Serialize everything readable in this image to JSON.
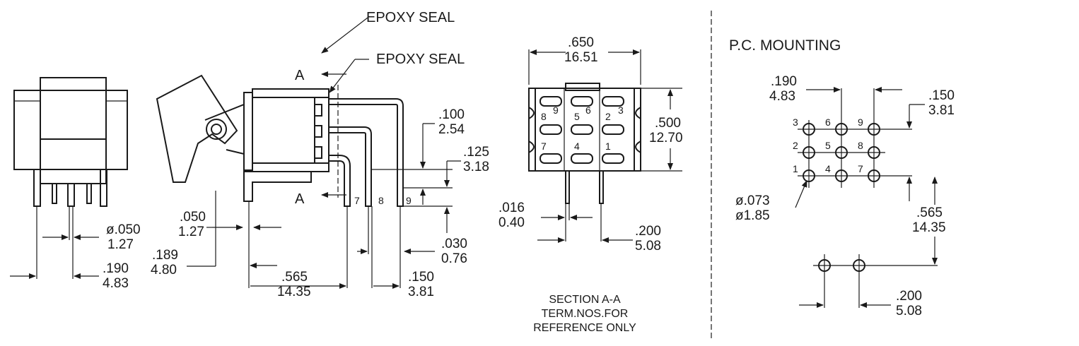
{
  "labels": {
    "epoxy_seal_1": "EPOXY SEAL",
    "epoxy_seal_2": "EPOXY SEAL",
    "section_mark_top": "A",
    "section_mark_bottom": "A",
    "pc_mounting_title": "P.C. MOUNTING",
    "section_caption": [
      "SECTION A-A",
      "TERM.NOS.FOR",
      "REFERENCE ONLY"
    ]
  },
  "side_view_terminal_numbers": [
    "7",
    "8",
    "9"
  ],
  "section_terminal_numbers": {
    "row_top": [
      "8",
      "9",
      "5",
      "6",
      "2",
      "3"
    ],
    "row_bottom": [
      "7",
      "4",
      "1"
    ]
  },
  "pc_hole_numbers": [
    "3",
    "6",
    "9",
    "2",
    "5",
    "8",
    "1",
    "4",
    "7"
  ],
  "dimensions": {
    "front_terminal_width": [
      "ø.050",
      "1.27"
    ],
    "front_pitch": [
      ".190",
      "4.83"
    ],
    "side_050": [
      ".050",
      "1.27"
    ],
    "side_189": [
      ".189",
      "4.80"
    ],
    "side_565": [
      ".565",
      "14.35"
    ],
    "side_150": [
      ".150",
      "3.81"
    ],
    "side_100": [
      ".100",
      "2.54"
    ],
    "side_125": [
      ".125",
      "3.18"
    ],
    "side_030": [
      ".030",
      "0.76"
    ],
    "section_650": [
      ".650",
      "16.51"
    ],
    "section_500": [
      ".500",
      "12.70"
    ],
    "section_016": [
      ".016",
      "0.40"
    ],
    "section_200": [
      ".200",
      "5.08"
    ],
    "pc_190": [
      ".190",
      "4.83"
    ],
    "pc_150": [
      ".150",
      "3.81"
    ],
    "pc_hole": [
      "ø.073",
      "ø1.85"
    ],
    "pc_565": [
      ".565",
      "14.35"
    ],
    "pc_200": [
      ".200",
      "5.08"
    ]
  }
}
